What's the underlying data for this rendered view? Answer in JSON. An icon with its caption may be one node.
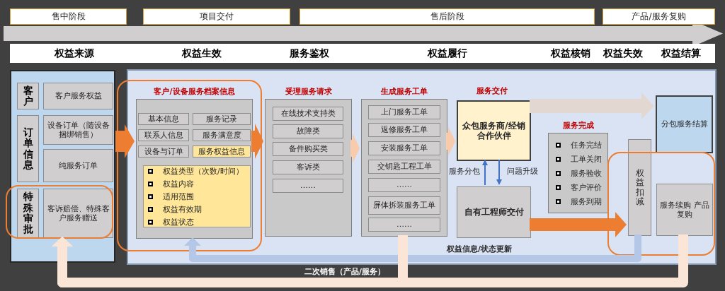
{
  "diagram": {
    "nodes": [
      {
        "text": [
          "售中阶段"
        ]
      },
      {
        "text": [
          "项目交付"
        ]
      },
      {
        "text": [
          "售后阶段"
        ]
      },
      {
        "text": [
          "产品/服务复购"
        ]
      },
      {
        "text": [],
        "shape": "box"
      },
      {
        "text": [
          "客户"
        ],
        "in": 4
      },
      {
        "text": [
          "客户服务权益"
        ],
        "in": 4
      },
      {
        "text": [
          "订单信息"
        ],
        "in": 4
      },
      {
        "text": [
          "设备订单（随设备捆绑销售）"
        ],
        "in": 4
      },
      {
        "text": [
          "纯服务订单"
        ],
        "in": 4
      },
      {
        "text": [
          "特殊审批"
        ],
        "in": 4
      },
      {
        "text": [
          "客诉赔偿、特殊客户服务赠送"
        ],
        "in": 4
      },
      {
        "text": [],
        "shape": "box"
      },
      {
        "text": [
          "客户/设备服务档案信息"
        ],
        "in": 12
      },
      {
        "text": [
          "基本信息"
        ],
        "in": 13
      },
      {
        "text": [
          "服务记录"
        ],
        "in": 13
      },
      {
        "text": [
          "联系人信息"
        ],
        "in": 13
      },
      {
        "text": [
          "服务满意度"
        ],
        "in": 13
      },
      {
        "text": [
          "设备与订单"
        ],
        "in": 13
      },
      {
        "text": [
          "服务权益信息"
        ],
        "in": 13
      },
      {
        "text": [
          "权益类型（次数/时间）",
          "权益内容",
          "适用范围",
          "权益有效期",
          "权益状态"
        ],
        "in": 13
      },
      {
        "text": [
          "受理服务请求"
        ],
        "in": 12
      },
      {
        "text": [
          "在线技术支持类"
        ],
        "in": 21
      },
      {
        "text": [
          "故障类"
        ],
        "in": 21
      },
      {
        "text": [
          "备件购买类"
        ],
        "in": 21
      },
      {
        "text": [
          "客诉类"
        ],
        "in": 21
      },
      {
        "text": [
          "……"
        ],
        "in": 21
      },
      {
        "text": [
          "生成服务工单"
        ],
        "in": 12
      },
      {
        "text": [
          "上门服务工单"
        ],
        "in": 27
      },
      {
        "text": [
          "返修服务工单"
        ],
        "in": 27
      },
      {
        "text": [
          "安装服务工单"
        ],
        "in": 27
      },
      {
        "text": [
          "交钥匙工程工单"
        ],
        "in": 27
      },
      {
        "text": [
          "……"
        ],
        "in": 27
      },
      {
        "text": [
          "屏体拆装服务工单"
        ],
        "in": 27
      },
      {
        "text": [
          "……"
        ],
        "in": 27
      },
      {
        "text": [
          "众包服务商/经销合作伙伴"
        ],
        "in": 12,
        "beside": [
          "服务交付"
        ]
      },
      {
        "text": [
          "自有工程师交付"
        ],
        "in": 12
      },
      {
        "text": [
          "服务完成",
          "任务完结",
          "工单关闭",
          "服务验收",
          "客户评价",
          "服务到期"
        ],
        "in": 12
      },
      {
        "text": [
          "分包服务结算"
        ],
        "in": 12
      },
      {
        "text": [
          "权益扣减"
        ],
        "in": 12
      },
      {
        "text": [
          "服务续购 产品复购"
        ],
        "in": 12
      }
    ],
    "edges": [
      {
        "from": 4,
        "to": 13,
        "arrow": "to",
        "color": "#ed7d31"
      },
      {
        "from": 13,
        "to": 21,
        "arrow": "to",
        "color": "#ed7d31"
      },
      {
        "from": 21,
        "to": 27,
        "arrow": "to",
        "color": "#f8cbad"
      },
      {
        "from": 27,
        "to": 35,
        "arrow": "to",
        "color": "#f8cbad"
      },
      {
        "from": 35,
        "to": 38,
        "arrow": "to",
        "color": "#e3d7d2"
      },
      {
        "from": 36,
        "to": 35,
        "arrow": "to",
        "label": "服务分包",
        "color": "#4472c4"
      },
      {
        "from": 35,
        "to": 36,
        "arrow": "to",
        "label": "问题升级",
        "color": "#4472c4"
      },
      {
        "from": 36,
        "to": 39,
        "arrow": "to",
        "color": "#ed7d31"
      },
      {
        "from": 39,
        "to": 13,
        "arrow": "to",
        "label": "权益信息/状态更新",
        "color": "#b4c7e7"
      },
      {
        "from": 40,
        "to": 11,
        "arrow": "to",
        "label": "二次销售（产品/服务）",
        "color": "#fbe5d6"
      },
      {
        "from": 27,
        "to": 11,
        "arrow": "to",
        "color": "#fbe5d6"
      }
    ],
    "labels": [
      "权益来源",
      "权益生效",
      "服务鉴权",
      "权益履行",
      "权益核销",
      "权益失效",
      "权益结算"
    ]
  }
}
